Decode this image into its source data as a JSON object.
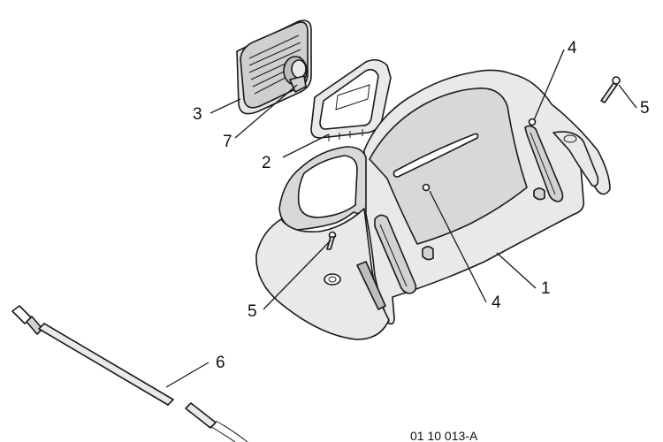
{
  "callouts": {
    "hood": "1",
    "bezel": "2",
    "headlight": "3",
    "screw_center": "4",
    "screw_right": "4",
    "bolt_right": "5",
    "bolt_left": "5",
    "harness": "6",
    "bulb": "7"
  },
  "drawing_code": "01 10 013-A",
  "colors": {
    "line": "#1a1a1a",
    "shade_light": "#e9e9e9",
    "shade_mid": "#d2d2d2",
    "shade_dark": "#bdbdbd"
  }
}
